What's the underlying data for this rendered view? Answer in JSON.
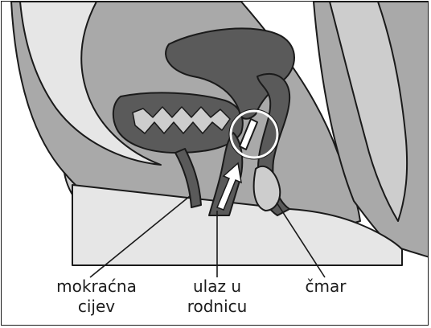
{
  "figure": {
    "labels": {
      "urethra": {
        "line1": "mokraćna",
        "line2": "cijev"
      },
      "vaginal_opening": {
        "line1": "ulaz u",
        "line2": "rodnicu"
      },
      "anus": {
        "line1": "čmar"
      }
    }
  },
  "colors": {
    "outline": "#1a1a1a",
    "organ_dark": "#5a5a5a",
    "tissue_mid": "#a9a9a9",
    "tissue_light": "#cdcdcd",
    "tissue_lighter": "#e6e6e6",
    "background": "#ffffff"
  },
  "icons": {
    "insertion_arrow": "arrow-up-right-icon",
    "highlight_circle": "circle-highlight-icon"
  }
}
